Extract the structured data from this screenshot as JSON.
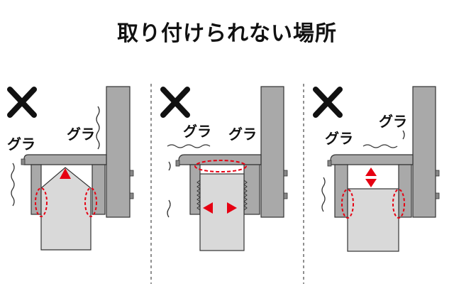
{
  "title": "取り付けられない場所",
  "panels": [
    {
      "mark": "×",
      "labels": [
        "グラ",
        "グラ"
      ]
    },
    {
      "mark": "×",
      "labels": [
        "グラ",
        "グラ"
      ]
    },
    {
      "mark": "×",
      "labels": [
        "グラ",
        "グラ"
      ]
    }
  ],
  "colors": {
    "wall": "#a9a9a9",
    "body": "#d9d9d9",
    "outline": "#333333",
    "highlight": "#e60012",
    "divider": "#555555"
  }
}
